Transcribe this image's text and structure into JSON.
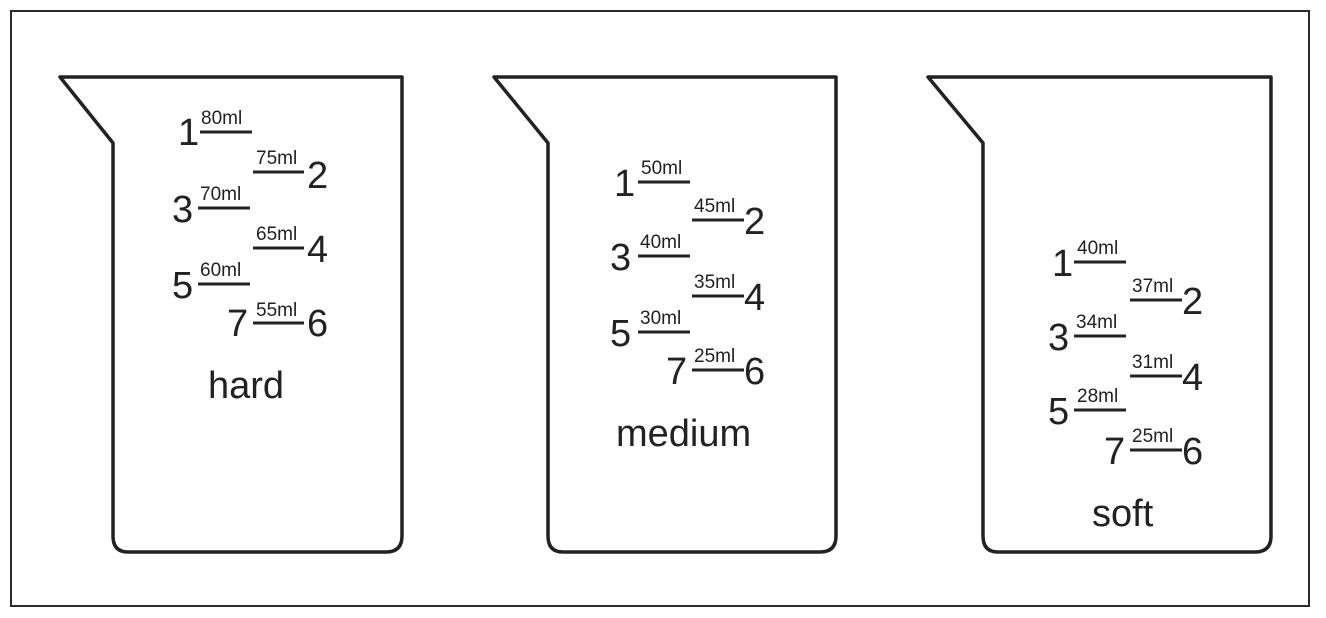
{
  "beakers": [
    {
      "label": "hard",
      "levels": [
        {
          "number": "1",
          "volume": "80ml"
        },
        {
          "number": "2",
          "volume": "75ml"
        },
        {
          "number": "3",
          "volume": "70ml"
        },
        {
          "number": "4",
          "volume": "65ml"
        },
        {
          "number": "5",
          "volume": "60ml"
        },
        {
          "number": "6",
          "volume": "55ml"
        },
        {
          "number": "7",
          "volume": ""
        }
      ]
    },
    {
      "label": "medium",
      "levels": [
        {
          "number": "1",
          "volume": "50ml"
        },
        {
          "number": "2",
          "volume": "45ml"
        },
        {
          "number": "3",
          "volume": "40ml"
        },
        {
          "number": "4",
          "volume": "35ml"
        },
        {
          "number": "5",
          "volume": "30ml"
        },
        {
          "number": "6",
          "volume": "25ml"
        },
        {
          "number": "7",
          "volume": ""
        }
      ]
    },
    {
      "label": "soft",
      "levels": [
        {
          "number": "1",
          "volume": "40ml"
        },
        {
          "number": "2",
          "volume": "37ml"
        },
        {
          "number": "3",
          "volume": "34ml"
        },
        {
          "number": "4",
          "volume": "31ml"
        },
        {
          "number": "5",
          "volume": "28ml"
        },
        {
          "number": "6",
          "volume": "25ml"
        },
        {
          "number": "7",
          "volume": ""
        }
      ]
    }
  ]
}
